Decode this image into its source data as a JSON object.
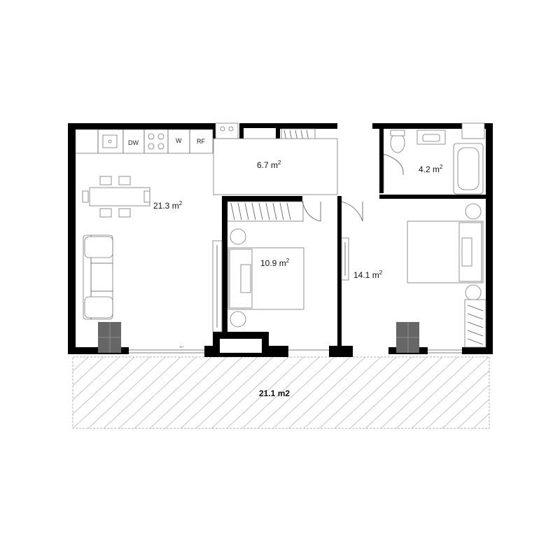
{
  "plan": {
    "rooms": [
      {
        "id": "living-kitchen",
        "area": "21.3 m",
        "sup": "2"
      },
      {
        "id": "hallway",
        "area": "6.7 m",
        "sup": "2"
      },
      {
        "id": "bathroom",
        "area": "4.2 m",
        "sup": "2"
      },
      {
        "id": "bedroom-small",
        "area": "10.9 m",
        "sup": "2"
      },
      {
        "id": "bedroom-large",
        "area": "14.1 m",
        "sup": "2"
      }
    ],
    "terrace_area": "21.1 m2",
    "appliances": {
      "dishwasher": "DW",
      "washer": "W",
      "fridge": "RF"
    },
    "arrow": "←"
  }
}
